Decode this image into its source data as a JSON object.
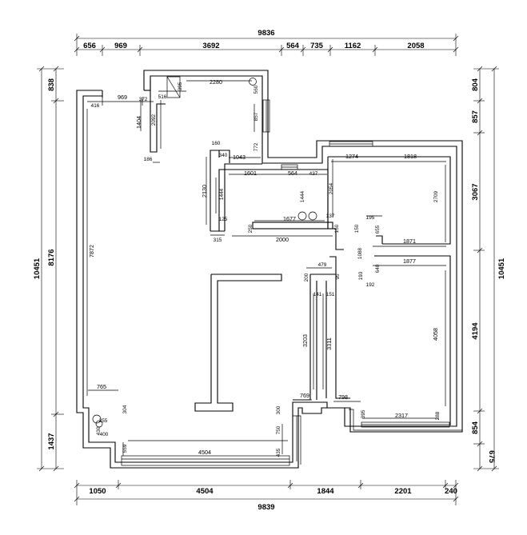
{
  "dims": {
    "top_total": "9836",
    "top_segments": [
      "656",
      "969",
      "3692",
      "564",
      "735",
      "1162",
      "2058"
    ],
    "bottom_total": "9839",
    "bottom_segments": [
      "1050",
      "4504",
      "1844",
      "2201",
      "240"
    ],
    "left_total": "10451",
    "left_segments": [
      "838",
      "8176",
      "1437"
    ],
    "right_total": "10451",
    "right_segments": [
      "804",
      "857",
      "3067",
      "4194",
      "854",
      "675"
    ]
  },
  "interior_dims": {
    "d_416": "416",
    "d_969": "969",
    "d_372": "372",
    "d_516": "516",
    "d_395a": "395",
    "d_2280": "2280",
    "d_560": "560",
    "d_1404": "1404",
    "d_2092": "2092",
    "d_857": "857",
    "d_186": "186",
    "d_160": "160",
    "d_772": "772",
    "d_340": "340",
    "d_1043": "1043",
    "d_1601": "1601",
    "d_564": "564",
    "d_437": "437",
    "d_2130": "2130",
    "d_1444a": "1444",
    "d_1444b": "1444",
    "d_2054": "2054",
    "d_1274": "1274",
    "d_1818": "1818",
    "d_2709": "2709",
    "d_125": "125",
    "d_250": "250",
    "d_1677": "1677",
    "d_137": "137",
    "d_150a": "150",
    "d_315": "315",
    "d_2000": "2000",
    "d_195": "195",
    "d_655": "655",
    "d_150b": "150",
    "d_1871": "1871",
    "d_7872": "7872",
    "d_1088": "1088",
    "d_1877": "1877",
    "d_479": "479",
    "d_193": "193",
    "d_640": "640",
    "d_192": "192",
    "d_200": "200",
    "d_95": "95",
    "d_141": "141",
    "d_151": "151",
    "d_3203": "3203",
    "d_3311": "3311",
    "d_4058": "4058",
    "d_765": "765",
    "d_769": "769",
    "d_798": "798",
    "d_304": "304",
    "d_300": "300",
    "d_395b": "395",
    "d_2317": "2317",
    "d_288": "288",
    "d_355": "355",
    "d_430": "430",
    "d_400": "400",
    "d_750": "750",
    "d_559": "559",
    "d_4504": "4504",
    "d_435": "435"
  }
}
